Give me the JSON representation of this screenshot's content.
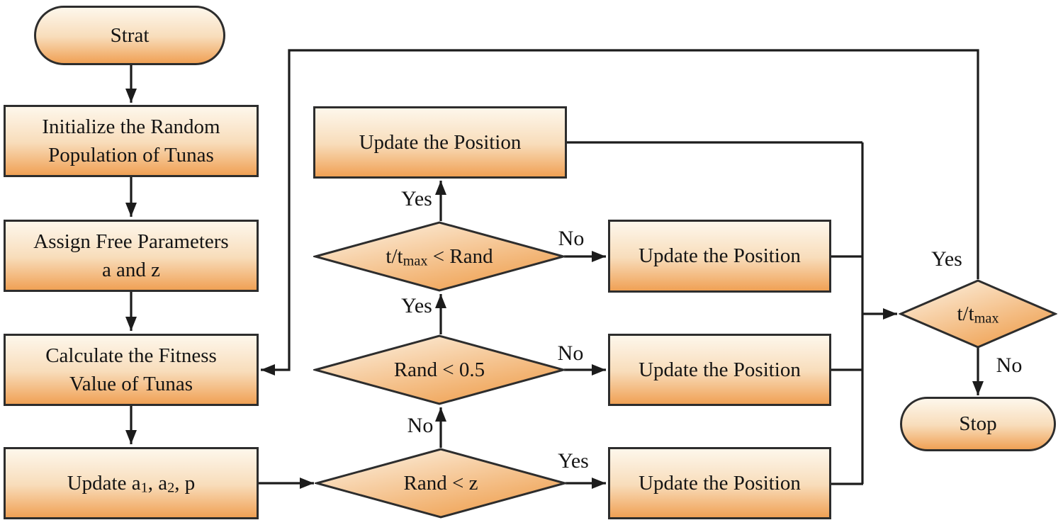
{
  "nodes": {
    "start": {
      "label": "Strat"
    },
    "init_population": {
      "line1": "Initialize the Random",
      "line2": "Population of Tunas"
    },
    "assign_params": {
      "line1": "Assign Free Parameters",
      "line2": "a and z"
    },
    "calc_fitness": {
      "line1": "Calculate the Fitness",
      "line2": "Value of Tunas"
    },
    "update_params": {
      "t0": "Update a",
      "s0": "1",
      "t1": ", a",
      "s1": "2",
      "t2": ", p"
    },
    "update_position_top": {
      "label": "Update the Position"
    },
    "update_position_1": {
      "label": "Update the Position"
    },
    "update_position_2": {
      "label": "Update the Position"
    },
    "update_position_3": {
      "label": "Update the Position"
    },
    "stop": {
      "label": "Stop"
    }
  },
  "decisions": {
    "t_rand": {
      "t0": "t/t",
      "s0": "max",
      "t1": " < Rand"
    },
    "rand_half": {
      "label": "Rand < 0.5"
    },
    "rand_z": {
      "label": "Rand < z"
    },
    "t_tmax": {
      "t0": "t/t",
      "s0": "max"
    }
  },
  "edge_labels": {
    "t_rand_up": "Yes",
    "t_rand_right": "No",
    "rand_half_up": "Yes",
    "rand_half_right": "No",
    "rand_z_up": "No",
    "rand_z_right": "Yes",
    "t_tmax_up": "Yes",
    "t_tmax_down": "No"
  },
  "colors": {
    "node_fill_top": "#fdf5e8",
    "node_fill_bottom": "#f0a155",
    "node_border": "#2d2d2d",
    "line": "#1c1c1c",
    "text": "#141414"
  }
}
